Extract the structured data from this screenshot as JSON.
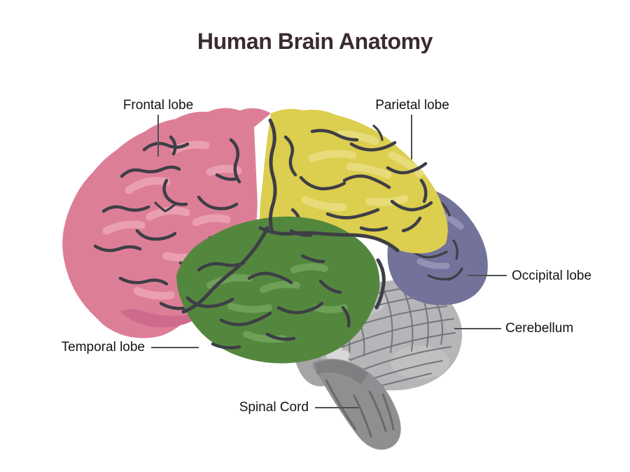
{
  "title": "Human Brain Anatomy",
  "labels": {
    "frontal": "Frontal lobe",
    "parietal": "Parietal lobe",
    "occipital": "Occipital lobe",
    "cerebellum": "Cerebellum",
    "temporal": "Temporal lobe",
    "spinal": "Spinal Cord"
  },
  "colors": {
    "background": "#ffffff",
    "title": "#3a2c2e",
    "label_text": "#141414",
    "leader": "#4f4f52",
    "sulci": "#3e3e46",
    "frontal": "#dd7e97",
    "frontal_light": "#ea9fb1",
    "frontal_dark": "#ce6a8b",
    "parietal": "#dcce4f",
    "parietal_light": "#e7dc79",
    "temporal": "#54873e",
    "temporal_light": "#6fa058",
    "occipital": "#72729a",
    "occipital_light": "#9292b5",
    "cerebellum": "#b6b6b8",
    "cerebellum_light": "#cbcbcd",
    "cerebellum_line": "#6e6e78",
    "flower": "#dcdcdd",
    "stem": "#a5a5a7",
    "spinal": "#8f8f91",
    "spinal_line": "#6a6a6c"
  }
}
